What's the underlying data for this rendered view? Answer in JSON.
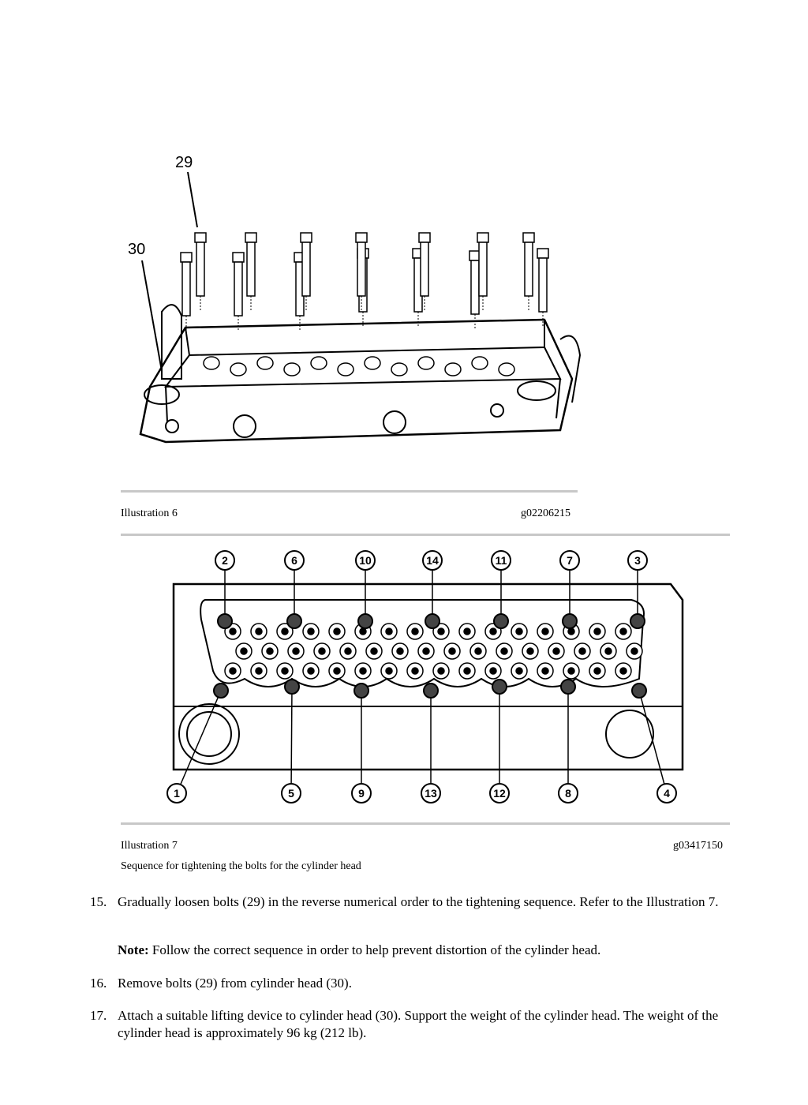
{
  "illustration6": {
    "caption_left": "Illustration 6",
    "caption_right": "g02206215",
    "callouts": [
      "29",
      "30"
    ]
  },
  "illustration7": {
    "caption_left": "Illustration 7",
    "caption_right": "g03417150",
    "subcaption": "Sequence for tightening the bolts for the cylinder head",
    "callouts_top": [
      "2",
      "6",
      "10",
      "14",
      "11",
      "7",
      "3"
    ],
    "callouts_bottom": [
      "1",
      "5",
      "9",
      "13",
      "12",
      "8",
      "4"
    ]
  },
  "steps": [
    {
      "num": "15.",
      "text": "Gradually loosen bolts (29) in the reverse numerical order to the tightening sequence. Refer to the Illustration 7."
    },
    {
      "num": "16.",
      "text": "Remove bolts (29) from cylinder head (30)."
    },
    {
      "num": "17.",
      "text": "Attach a suitable lifting device to cylinder head (30). Support the weight of the cylinder head. The weight of the cylinder head is approximately 96 kg (212 lb)."
    }
  ],
  "note": {
    "label": "Note:",
    "text": "Follow the correct sequence in order to help prevent distortion of the cylinder head."
  }
}
